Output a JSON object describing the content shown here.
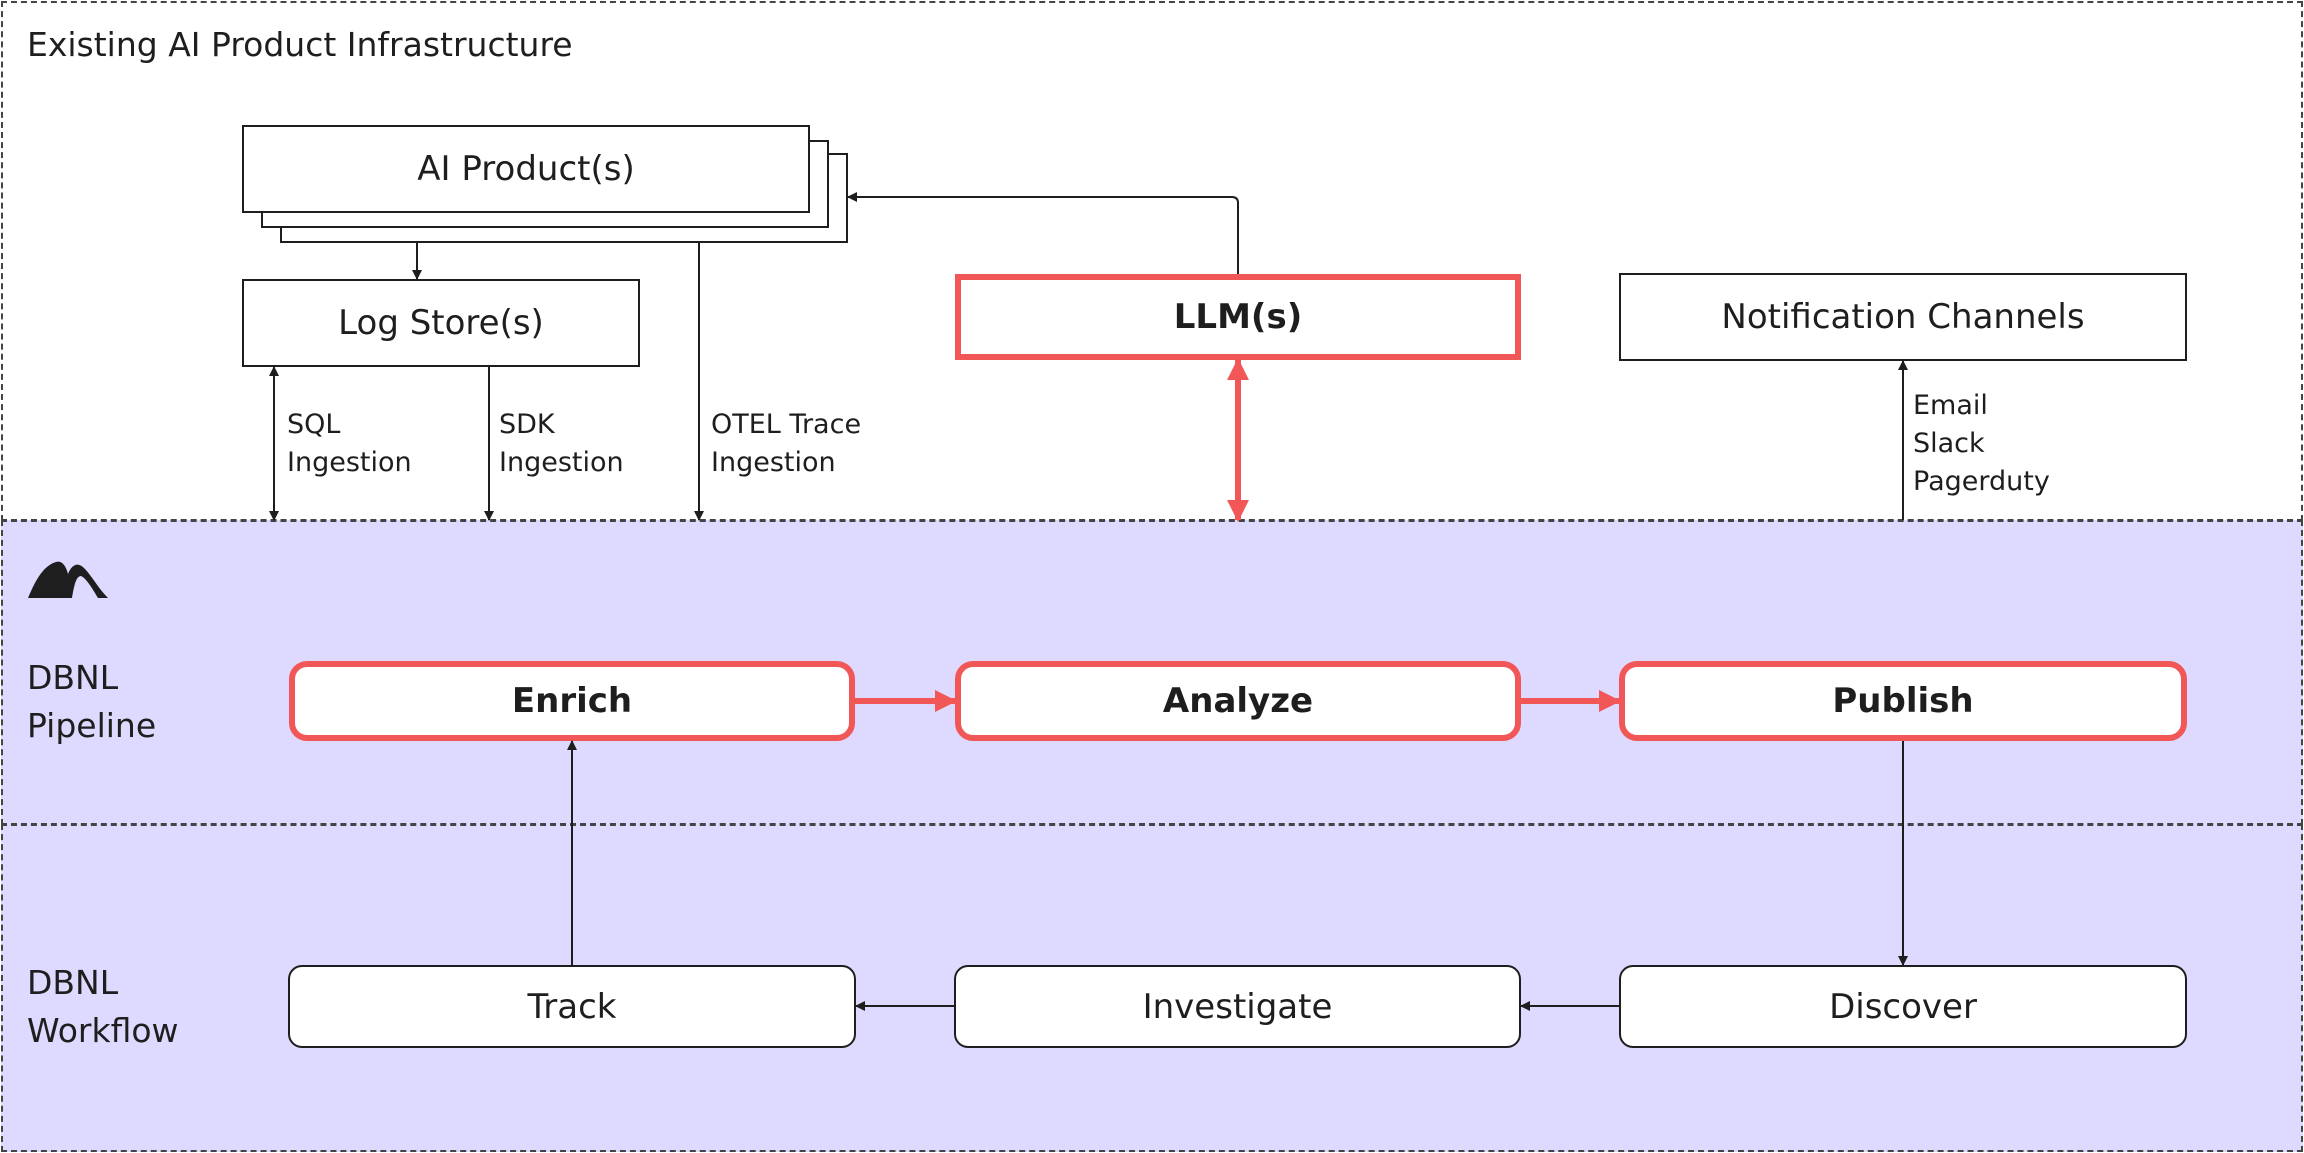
{
  "regions": {
    "infra_title": "Existing AI Product Infrastructure",
    "pipeline_title_line1": "DBNL",
    "pipeline_title_line2": "Pipeline",
    "workflow_title_line1": "DBNL",
    "workflow_title_line2": "Workflow"
  },
  "nodes": {
    "ai_products": "AI Product(s)",
    "log_store": "Log Store(s)",
    "llms": "LLM(s)",
    "notification_channels": "Notification Channels",
    "enrich": "Enrich",
    "analyze": "Analyze",
    "publish": "Publish",
    "track": "Track",
    "investigate": "Investigate",
    "discover": "Discover"
  },
  "edge_labels": {
    "sql_line1": "SQL",
    "sql_line2": "Ingestion",
    "sdk_line1": "SDK",
    "sdk_line2": "Ingestion",
    "otel_line1": "OTEL Trace",
    "otel_line2": "Ingestion",
    "notif_line1": "Email",
    "notif_line2": "Slack",
    "notif_line3": "Pagerduty"
  },
  "icons": {
    "logo": "dbnl-mountain-logo-icon"
  },
  "colors": {
    "highlight": "#f25757",
    "dbnl_background": "#dedaff",
    "line": "#1e1e1e"
  }
}
